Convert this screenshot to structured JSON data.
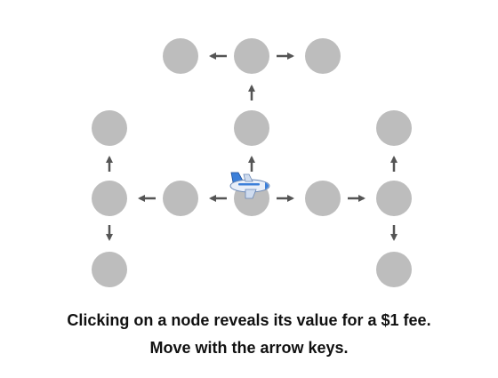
{
  "instructions": {
    "line1": "Clicking on a node reveals its value for a $1 fee.",
    "line2": "Move with the arrow keys."
  },
  "nodes": [
    {
      "id": "top-left"
    },
    {
      "id": "top-center"
    },
    {
      "id": "top-right"
    },
    {
      "id": "upper-left"
    },
    {
      "id": "upper-center"
    },
    {
      "id": "upper-right"
    },
    {
      "id": "mid-far-left"
    },
    {
      "id": "mid-left"
    },
    {
      "id": "mid-center"
    },
    {
      "id": "mid-right"
    },
    {
      "id": "mid-far-right"
    },
    {
      "id": "lower-left"
    },
    {
      "id": "lower-right"
    }
  ],
  "arrows": [
    {
      "id": "arrow-center-to-top-left",
      "direction": "left"
    },
    {
      "id": "arrow-center-to-top-right",
      "direction": "right"
    },
    {
      "id": "arrow-upper-center-to-top-center",
      "direction": "up"
    },
    {
      "id": "arrow-mid-center-to-upper-center",
      "direction": "up"
    },
    {
      "id": "arrow-mid-center-to-mid-left",
      "direction": "left"
    },
    {
      "id": "arrow-mid-left-to-mid-far-left",
      "direction": "left"
    },
    {
      "id": "arrow-mid-center-to-mid-right",
      "direction": "right"
    },
    {
      "id": "arrow-mid-right-to-mid-far-right",
      "direction": "right"
    },
    {
      "id": "arrow-mid-far-left-to-upper-left",
      "direction": "up"
    },
    {
      "id": "arrow-mid-far-left-to-lower-left",
      "direction": "down"
    },
    {
      "id": "arrow-mid-far-right-to-upper-right",
      "direction": "up"
    },
    {
      "id": "arrow-mid-far-right-to-lower-right",
      "direction": "down"
    }
  ],
  "colors": {
    "node": "#bdbdbd",
    "arrow": "#555555",
    "plane_body": "#e8eef8",
    "plane_accent": "#3b7fd9"
  },
  "player": {
    "icon": "airplane-icon",
    "current_node": "mid-center"
  }
}
